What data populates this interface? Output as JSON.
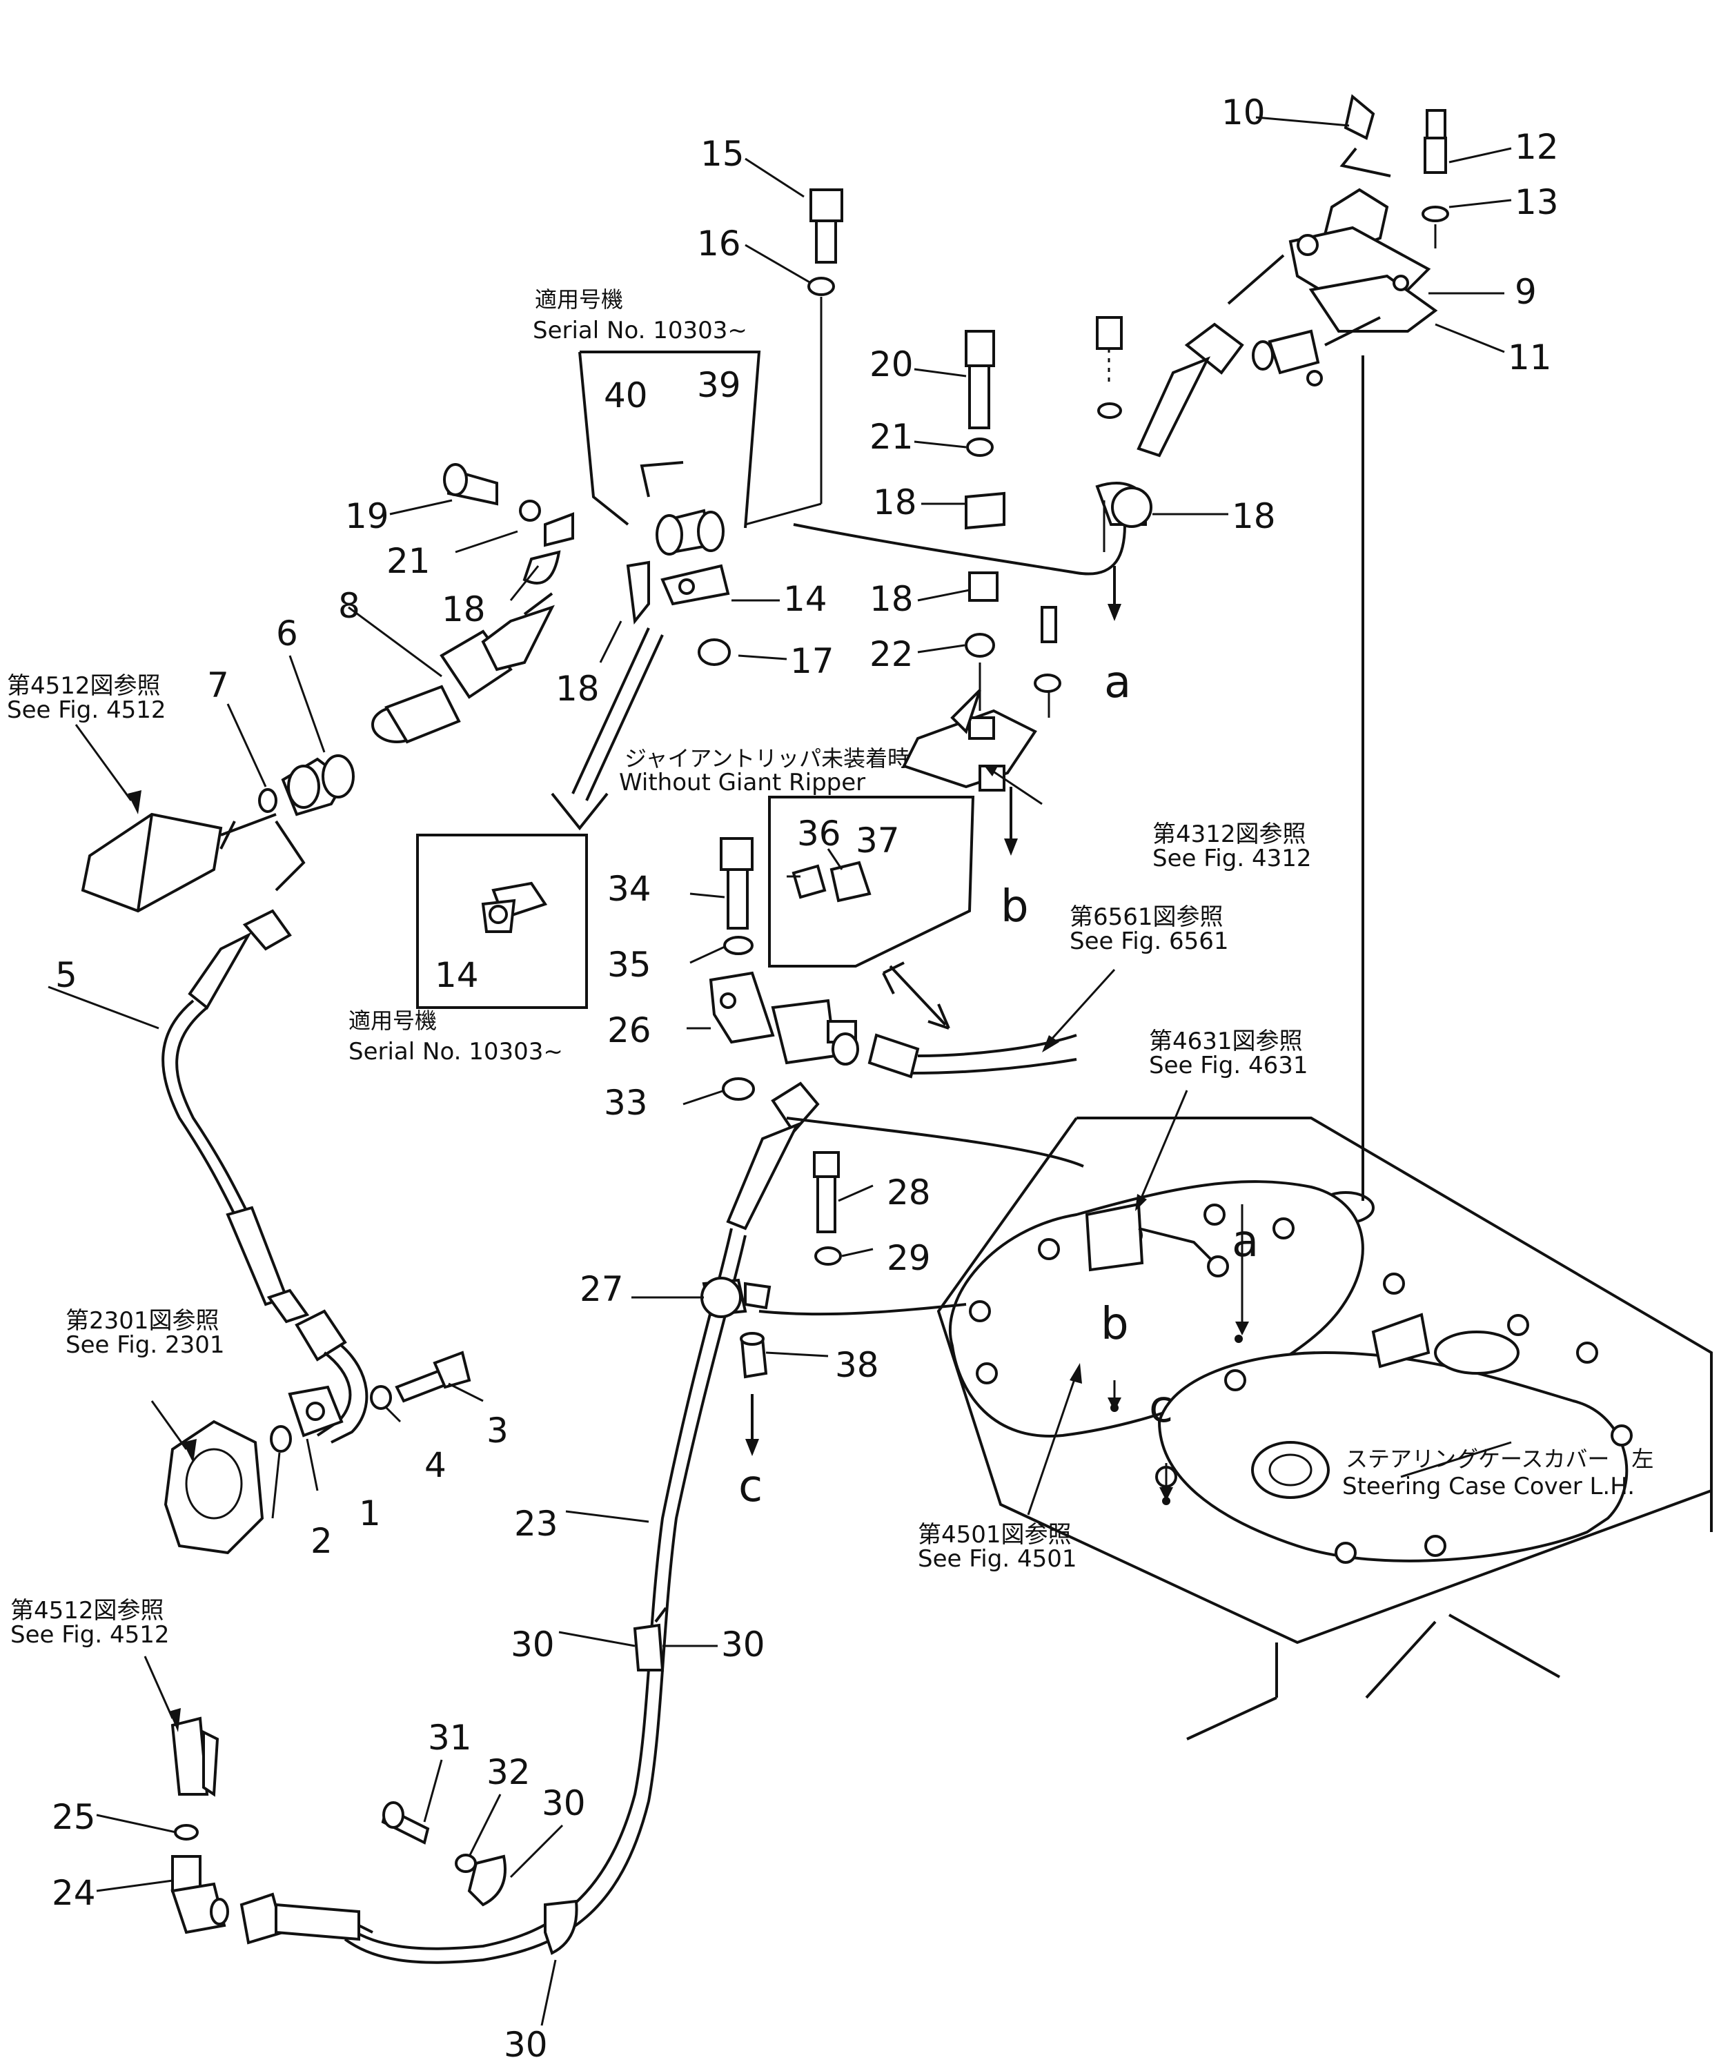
{
  "parts": {
    "p1": "1",
    "p2": "2",
    "p3": "3",
    "p4": "4",
    "p5": "5",
    "p6": "6",
    "p7": "7",
    "p8": "8",
    "p9": "9",
    "p10": "10",
    "p11": "11",
    "p12": "12",
    "p13": "13",
    "p14a": "14",
    "p14b": "14",
    "p15": "15",
    "p16": "16",
    "p17": "17",
    "p18a": "18",
    "p18b": "18",
    "p18c": "18",
    "p18d": "18",
    "p18e": "18",
    "p19": "19",
    "p20": "20",
    "p21a": "21",
    "p21b": "21",
    "p22": "22",
    "p23": "23",
    "p24": "24",
    "p25": "25",
    "p26": "26",
    "p27": "27",
    "p28": "28",
    "p29": "29",
    "p30a": "30",
    "p30b": "30",
    "p30c": "30",
    "p30d": "30",
    "p31": "31",
    "p32": "32",
    "p33": "33",
    "p34": "34",
    "p35": "35",
    "p36": "36",
    "p37": "37",
    "p38": "38",
    "p39": "39",
    "p40": "40"
  },
  "connectors": {
    "a1": "a",
    "a2": "a",
    "b1": "b",
    "b2": "b",
    "c1": "c",
    "c2": "c"
  },
  "refs": {
    "r4512a_jp": "第4512図参照",
    "r4512a_en": "See Fig. 4512",
    "r4512b_jp": "第4512図参照",
    "r4512b_en": "See Fig. 4512",
    "r2301_jp": "第2301図参照",
    "r2301_en": "See Fig. 2301",
    "r4312_jp": "第4312図参照",
    "r4312_en": "See Fig. 4312",
    "r6561_jp": "第6561図参照",
    "r6561_en": "See Fig. 6561",
    "r4631_jp": "第4631図参照",
    "r4631_en": "See Fig. 4631",
    "r4501_jp": "第4501図参照",
    "r4501_en": "See Fig. 4501"
  },
  "notes": {
    "serial1_jp": "適用号機",
    "serial1_en": "Serial No. 10303~",
    "serial2_jp": "適用号機",
    "serial2_en": "Serial No. 10303~",
    "ripper_jp": "ジャイアントリッパ未装着時",
    "ripper_en": "Without Giant Ripper",
    "cover_jp": "ステアリングケースカバー　左",
    "cover_en": "Steering Case Cover L.H."
  }
}
